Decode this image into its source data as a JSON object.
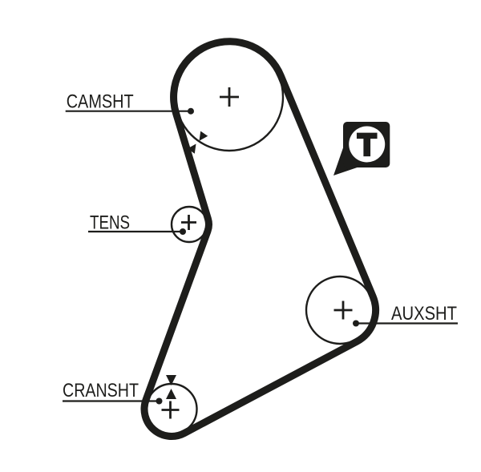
{
  "diagram": {
    "type": "timing-belt-routing",
    "background_color": "#ffffff",
    "ink_color": "#1d1d1b",
    "labels": {
      "camshaft": "CAMSHT",
      "tensioner": "TENS",
      "crankshaft": "CRANSHT",
      "auxiliary_shaft": "AUXSHT"
    },
    "tension_marker": "T",
    "pulleys": [
      {
        "name": "camshaft",
        "label": "CAMSHT",
        "marker": "cross"
      },
      {
        "name": "tensioner",
        "label": "TENS",
        "marker": "cross"
      },
      {
        "name": "crankshaft",
        "label": "CRANSHT",
        "marker": "cross"
      },
      {
        "name": "auxiliary-shaft",
        "label": "AUXSHT",
        "marker": "cross"
      }
    ]
  }
}
